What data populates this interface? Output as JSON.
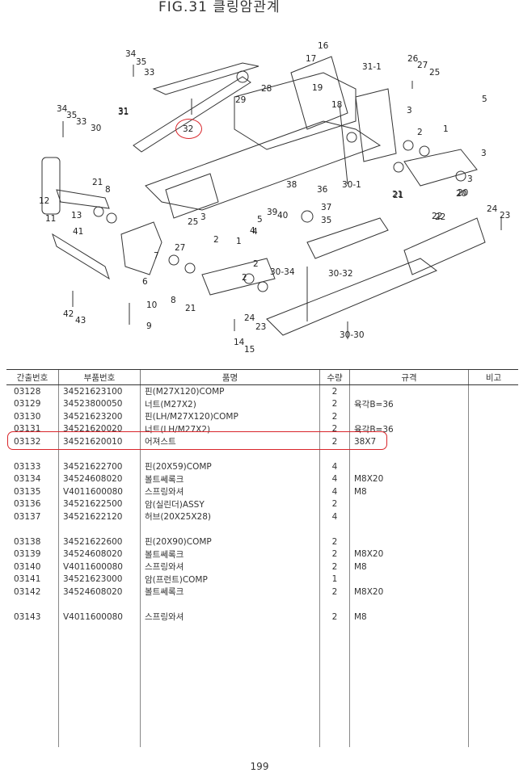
{
  "header": {
    "title": "FIG.31 클링암관계"
  },
  "diagram": {
    "callouts": [
      "34",
      "35",
      "33",
      "28",
      "29",
      "32",
      "16",
      "17",
      "19",
      "18",
      "31-1",
      "26",
      "27",
      "25",
      "5",
      "3",
      "2",
      "1",
      "20",
      "30",
      "31",
      "22",
      "21",
      "12",
      "11",
      "13",
      "8",
      "21",
      "4",
      "9",
      "10",
      "6",
      "7",
      "27",
      "25",
      "3",
      "2",
      "2",
      "36",
      "38",
      "39",
      "40",
      "37",
      "35",
      "30-1",
      "30-34",
      "30-32",
      "30-30",
      "24",
      "23",
      "14",
      "15",
      "41",
      "42",
      "43",
      "8",
      "21",
      "2",
      "1",
      "3",
      "5",
      "4",
      "24",
      "23",
      "3",
      "20",
      "22",
      "21",
      "34",
      "35",
      "33",
      "31"
    ],
    "highlight_callout": "32"
  },
  "table": {
    "headers": [
      "간출번호",
      "부품번호",
      "품명",
      "수량",
      "규격",
      "비고"
    ],
    "rows": [
      {
        "no": "03128",
        "part": "34521623100",
        "name": "핀(M27X120)COMP",
        "qty": "2",
        "spec": ""
      },
      {
        "no": "03129",
        "part": "34523800050",
        "name": "너트(M27X2)",
        "qty": "2",
        "spec": "육각B=36"
      },
      {
        "no": "03130",
        "part": "34521623200",
        "name": "핀(LH/M27X120)COMP",
        "qty": "2",
        "spec": ""
      },
      {
        "no": "03131",
        "part": "34521620020",
        "name": "너트(LH/M27X2)",
        "qty": "2",
        "spec": "육각B=36"
      },
      {
        "no": "03132",
        "part": "34521620010",
        "name": "어져스트",
        "qty": "2",
        "spec": "38X7"
      },
      {
        "no": "",
        "part": "",
        "name": "",
        "qty": "",
        "spec": ""
      },
      {
        "no": "03133",
        "part": "34521622700",
        "name": "핀(20X59)COMP",
        "qty": "4",
        "spec": ""
      },
      {
        "no": "03134",
        "part": "34524608020",
        "name": "볼트쎄록크",
        "qty": "4",
        "spec": "M8X20"
      },
      {
        "no": "03135",
        "part": "V4011600080",
        "name": "스프링와셔",
        "qty": "4",
        "spec": "M8"
      },
      {
        "no": "03136",
        "part": "34521622500",
        "name": "암(실린더)ASSY",
        "qty": "2",
        "spec": ""
      },
      {
        "no": "03137",
        "part": "34521622120",
        "name": "허브(20X25X28)",
        "qty": "4",
        "spec": ""
      },
      {
        "no": "",
        "part": "",
        "name": "",
        "qty": "",
        "spec": ""
      },
      {
        "no": "03138",
        "part": "34521622600",
        "name": "핀(20X90)COMP",
        "qty": "2",
        "spec": ""
      },
      {
        "no": "03139",
        "part": "34524608020",
        "name": "볼트쎄록크",
        "qty": "2",
        "spec": "M8X20"
      },
      {
        "no": "03140",
        "part": "V4011600080",
        "name": "스프링와셔",
        "qty": "2",
        "spec": "M8"
      },
      {
        "no": "03141",
        "part": "34521623000",
        "name": "암(프런트)COMP",
        "qty": "1",
        "spec": ""
      },
      {
        "no": "03142",
        "part": "34524608020",
        "name": "볼트쎄록크",
        "qty": "2",
        "spec": "M8X20"
      },
      {
        "no": "",
        "part": "",
        "name": "",
        "qty": "",
        "spec": ""
      },
      {
        "no": "03143",
        "part": "V4011600080",
        "name": "스프링와셔",
        "qty": "2",
        "spec": "M8"
      }
    ],
    "highlighted_row": "03132"
  },
  "footer": {
    "page_number": "199"
  },
  "colors": {
    "highlight": "#d9252a",
    "ink": "#333333"
  }
}
